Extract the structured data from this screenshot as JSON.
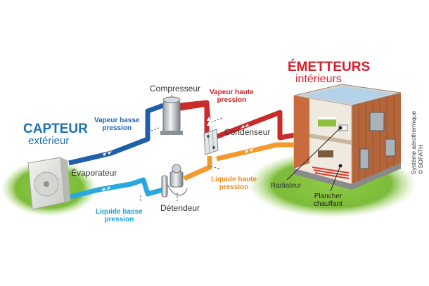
{
  "capteur": {
    "title": "CAPTEUR",
    "subtitle": "extérieur"
  },
  "emetteurs": {
    "title": "ÉMETTEURS",
    "subtitle": "intérieurs"
  },
  "components": {
    "compresseur": "Compresseur",
    "condenseur": "Condenseur",
    "evaporateur": "Évaporateur",
    "detendeur": "Détendeur",
    "radiateur": "Radiateur",
    "plancher_line1": "Plancher",
    "plancher_line2": "chauffant"
  },
  "states": {
    "vapeur_basse_line1": "Vapeur basse",
    "vapeur_basse_line2": "pression",
    "vapeur_haute_line1": "Vapeur haute",
    "vapeur_haute_line2": "pression",
    "liquide_haute_line1": "Liquide haute",
    "liquide_haute_line2": "pression",
    "liquide_basse_line1": "Liquide basse",
    "liquide_basse_line2": "pression"
  },
  "credit": {
    "line1": "Système aérothermique",
    "line2": "© SOFATH"
  },
  "colors": {
    "vapeur_basse": "#1f5fa8",
    "vapeur_haute": "#c92a2a",
    "liquide_haute": "#f39a2e",
    "liquide_basse": "#2aa7df",
    "title_blue": "#1f6fb2",
    "title_red": "#d4202a",
    "grass": "#7cbc3a",
    "wood": "#b5653a"
  }
}
